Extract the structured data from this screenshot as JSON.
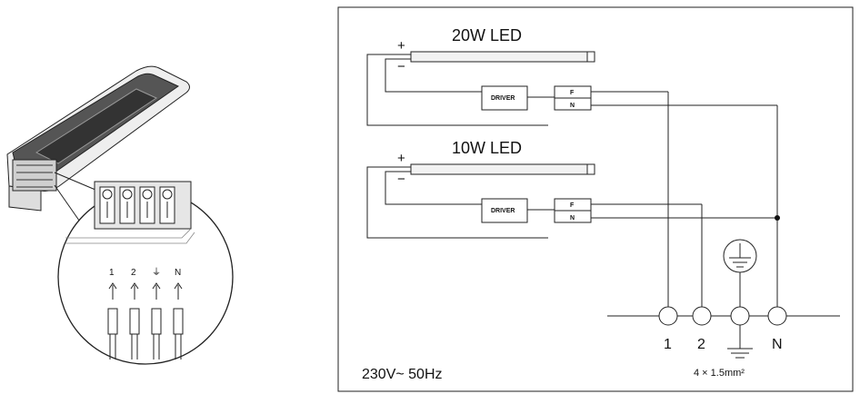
{
  "illustration": {
    "terminal_labels": [
      "1",
      "2",
      "⏚",
      "N"
    ]
  },
  "schematic": {
    "lamps": [
      {
        "title": "20W LED",
        "plus": "+",
        "minus": "−",
        "driver": "DRIVER",
        "fuse_top": "F",
        "fuse_bottom": "N"
      },
      {
        "title": "10W LED",
        "plus": "+",
        "minus": "−",
        "driver": "DRIVER",
        "fuse_top": "F",
        "fuse_bottom": "N"
      }
    ],
    "terminals": [
      "1",
      "2",
      "N"
    ],
    "cable": "4 × 1.5mm²",
    "supply": "230V~ 50Hz"
  }
}
